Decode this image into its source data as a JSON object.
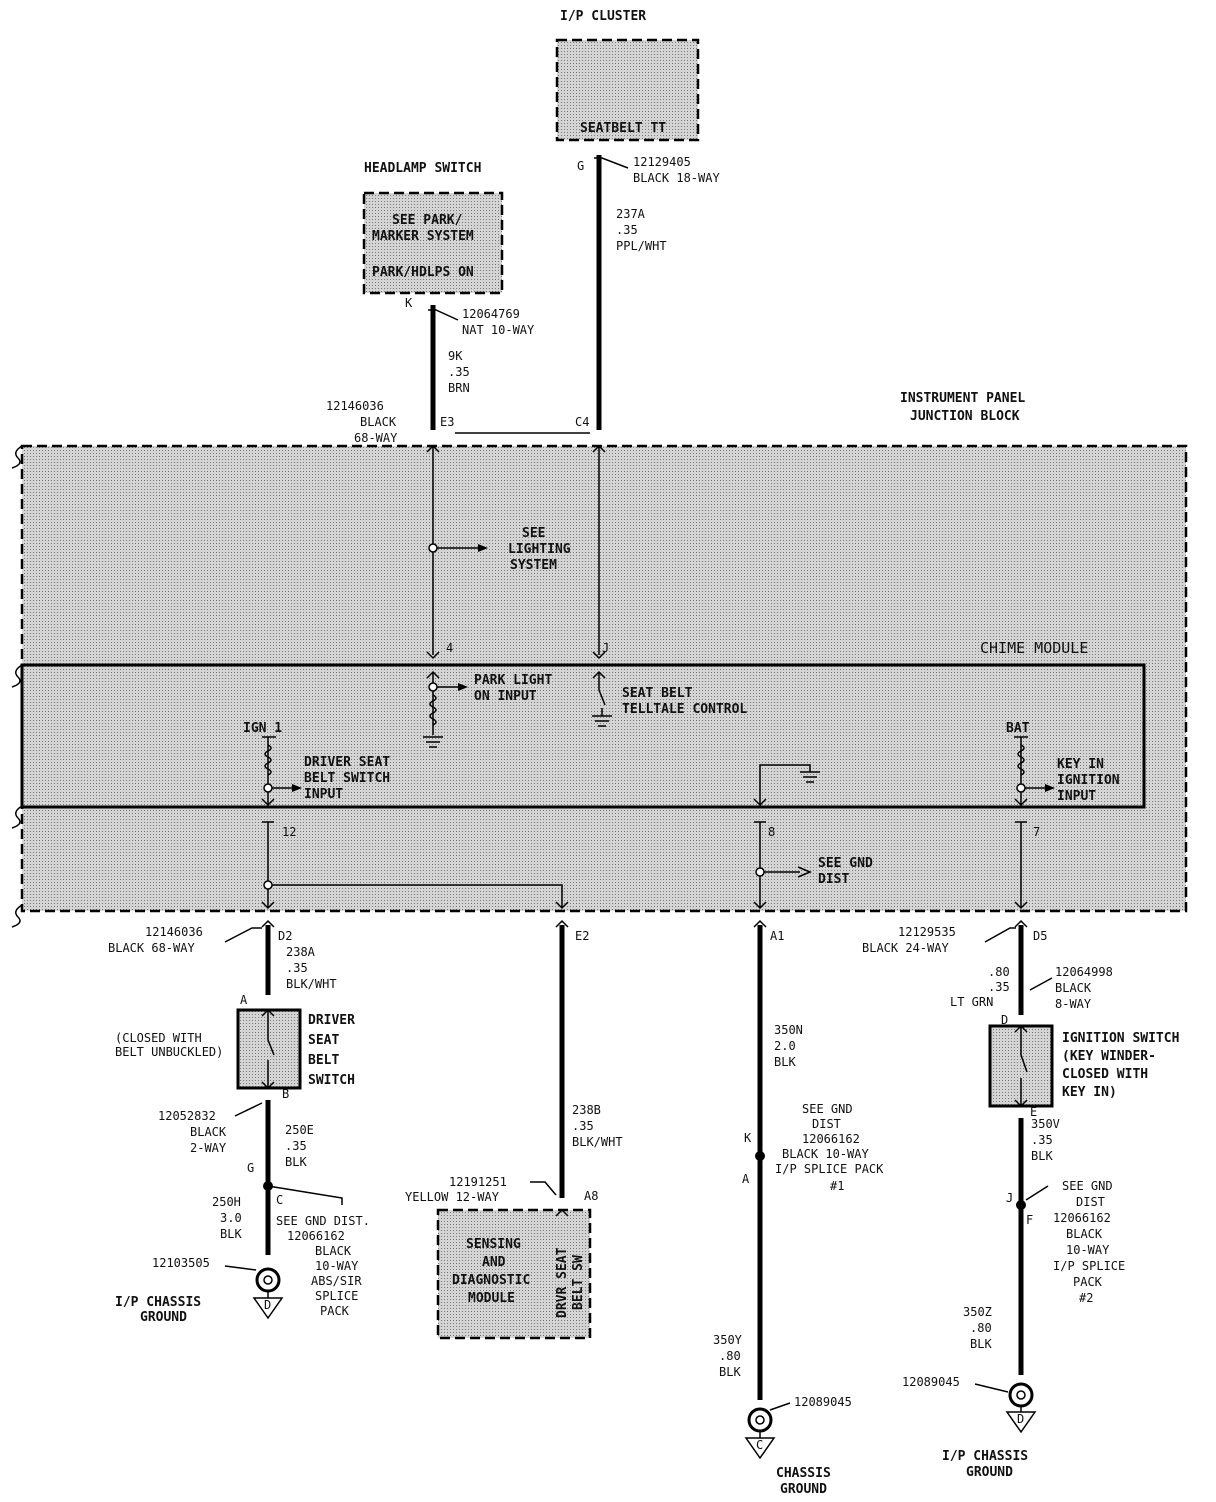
{
  "ip_cluster": {
    "title": "I/P CLUSTER",
    "label": "SEATBELT TT",
    "pin": "G",
    "conn_part": "12129405",
    "conn_desc": "BLACK 18-WAY",
    "wire": [
      "237A",
      ".35",
      "PPL/WHT"
    ]
  },
  "headlamp": {
    "title": "HEADLAMP SWITCH",
    "lines": [
      "SEE PARK/",
      "MARKER SYSTEM"
    ],
    "label": "PARK/HDLPS ON",
    "pin": "K",
    "conn_part": "12064769",
    "conn_desc": "NAT 10-WAY",
    "wire": [
      "9K",
      ".35",
      "BRN"
    ]
  },
  "junction_block": {
    "title1": "INSTRUMENT PANEL",
    "title2": "JUNCTION BLOCK",
    "top_conn_part": "12146036",
    "top_conn_desc1": "BLACK",
    "top_conn_desc2": "68-WAY",
    "pin_e3": "E3",
    "pin_c4": "C4",
    "lighting": [
      "SEE",
      "LIGHTING",
      "SYSTEM"
    ],
    "pin_4": "4",
    "pin_j": "J"
  },
  "chime_module": {
    "title": "CHIME MODULE",
    "park_light": [
      "PARK LIGHT",
      "ON INPUT"
    ],
    "seat_belt": [
      "SEAT BELT",
      "TELLTALE CONTROL"
    ],
    "ign": "IGN 1",
    "driver_input": [
      "DRIVER SEAT",
      "BELT SWITCH",
      "INPUT"
    ],
    "bat": "BAT",
    "key_input": [
      "KEY IN",
      "IGNITION",
      "INPUT"
    ]
  },
  "lower_block": {
    "pin_12": "12",
    "pin_8": "8",
    "pin_7": "7",
    "gnd_dist": [
      "SEE GND",
      "DIST"
    ]
  },
  "bottom_conns": {
    "left_part": "12146036",
    "left_desc": "BLACK 68-WAY",
    "pin_d2": "D2",
    "pin_e2": "E2",
    "pin_a1": "A1",
    "right_part": "12129535",
    "right_desc": "BLACK 24-WAY",
    "pin_d5": "D5"
  },
  "driver_switch": {
    "wire": [
      "238A",
      ".35",
      "BLK/WHT"
    ],
    "pin_a": "A",
    "pin_b": "B",
    "note": [
      "(CLOSED WITH",
      "BELT UNBUCKLED)"
    ],
    "label": [
      "DRIVER",
      "SEAT",
      "BELT",
      "SWITCH"
    ],
    "conn": [
      "12052832",
      "BLACK",
      "2-WAY"
    ],
    "wire2": [
      "250E",
      ".35",
      "BLK"
    ],
    "pin_g": "G",
    "pin_c": "C",
    "splice": [
      "SEE GND  DIST.",
      "12066162",
      "BLACK",
      "10-WAY",
      "ABS/SIR",
      "SPLICE",
      "PACK"
    ],
    "wire3": [
      "250H",
      "3.0",
      "BLK"
    ],
    "ground_part": "12103505",
    "ground": [
      "I/P CHASSIS",
      "GROUND"
    ],
    "ground_letter": "D"
  },
  "sdm": {
    "wire": [
      "238B",
      ".35",
      "BLK/WHT"
    ],
    "conn_part": "12191251",
    "conn_desc": "YELLOW 12-WAY",
    "pin": "A8",
    "label": [
      "SENSING",
      "AND",
      "DIAGNOSTIC",
      "MODULE"
    ],
    "side": [
      "DRVR SEAT",
      "BELT SW"
    ]
  },
  "ground_mid": {
    "wire": [
      "350N",
      "2.0",
      "BLK"
    ],
    "pin_k": "K",
    "pin_a": "A",
    "splice": [
      "SEE GND",
      "DIST",
      "12066162",
      "BLACK 10-WAY",
      "I/P SPLICE PACK",
      "#1"
    ],
    "wire2": [
      "350Y",
      ".80",
      "BLK"
    ],
    "ground_part": "12089045",
    "ground": [
      "CHASSIS",
      "GROUND"
    ],
    "ground_letter": "C"
  },
  "ignition": {
    "wire": [
      ".80",
      ".35",
      "LT GRN"
    ],
    "conn": [
      "12064998",
      "BLACK",
      "8-WAY"
    ],
    "pin_d": "D",
    "label": [
      "IGNITION    SWITCH",
      "(KEY  WINDER-",
      "CLOSED WITH",
      "KEY IN)"
    ],
    "pin_e": "E",
    "wire2": [
      "350V",
      ".35",
      "BLK"
    ],
    "pin_j": "J",
    "pin_f": "F",
    "splice": [
      "SEE GND",
      "DIST",
      "12066162",
      "BLACK",
      "10-WAY",
      "I/P SPLICE",
      "PACK",
      "#2"
    ],
    "wire3": [
      "350Z",
      ".80",
      "BLK"
    ],
    "ground_part": "12089045",
    "ground": [
      "I/P CHASSIS",
      "GROUND"
    ],
    "ground_letter": "D"
  }
}
